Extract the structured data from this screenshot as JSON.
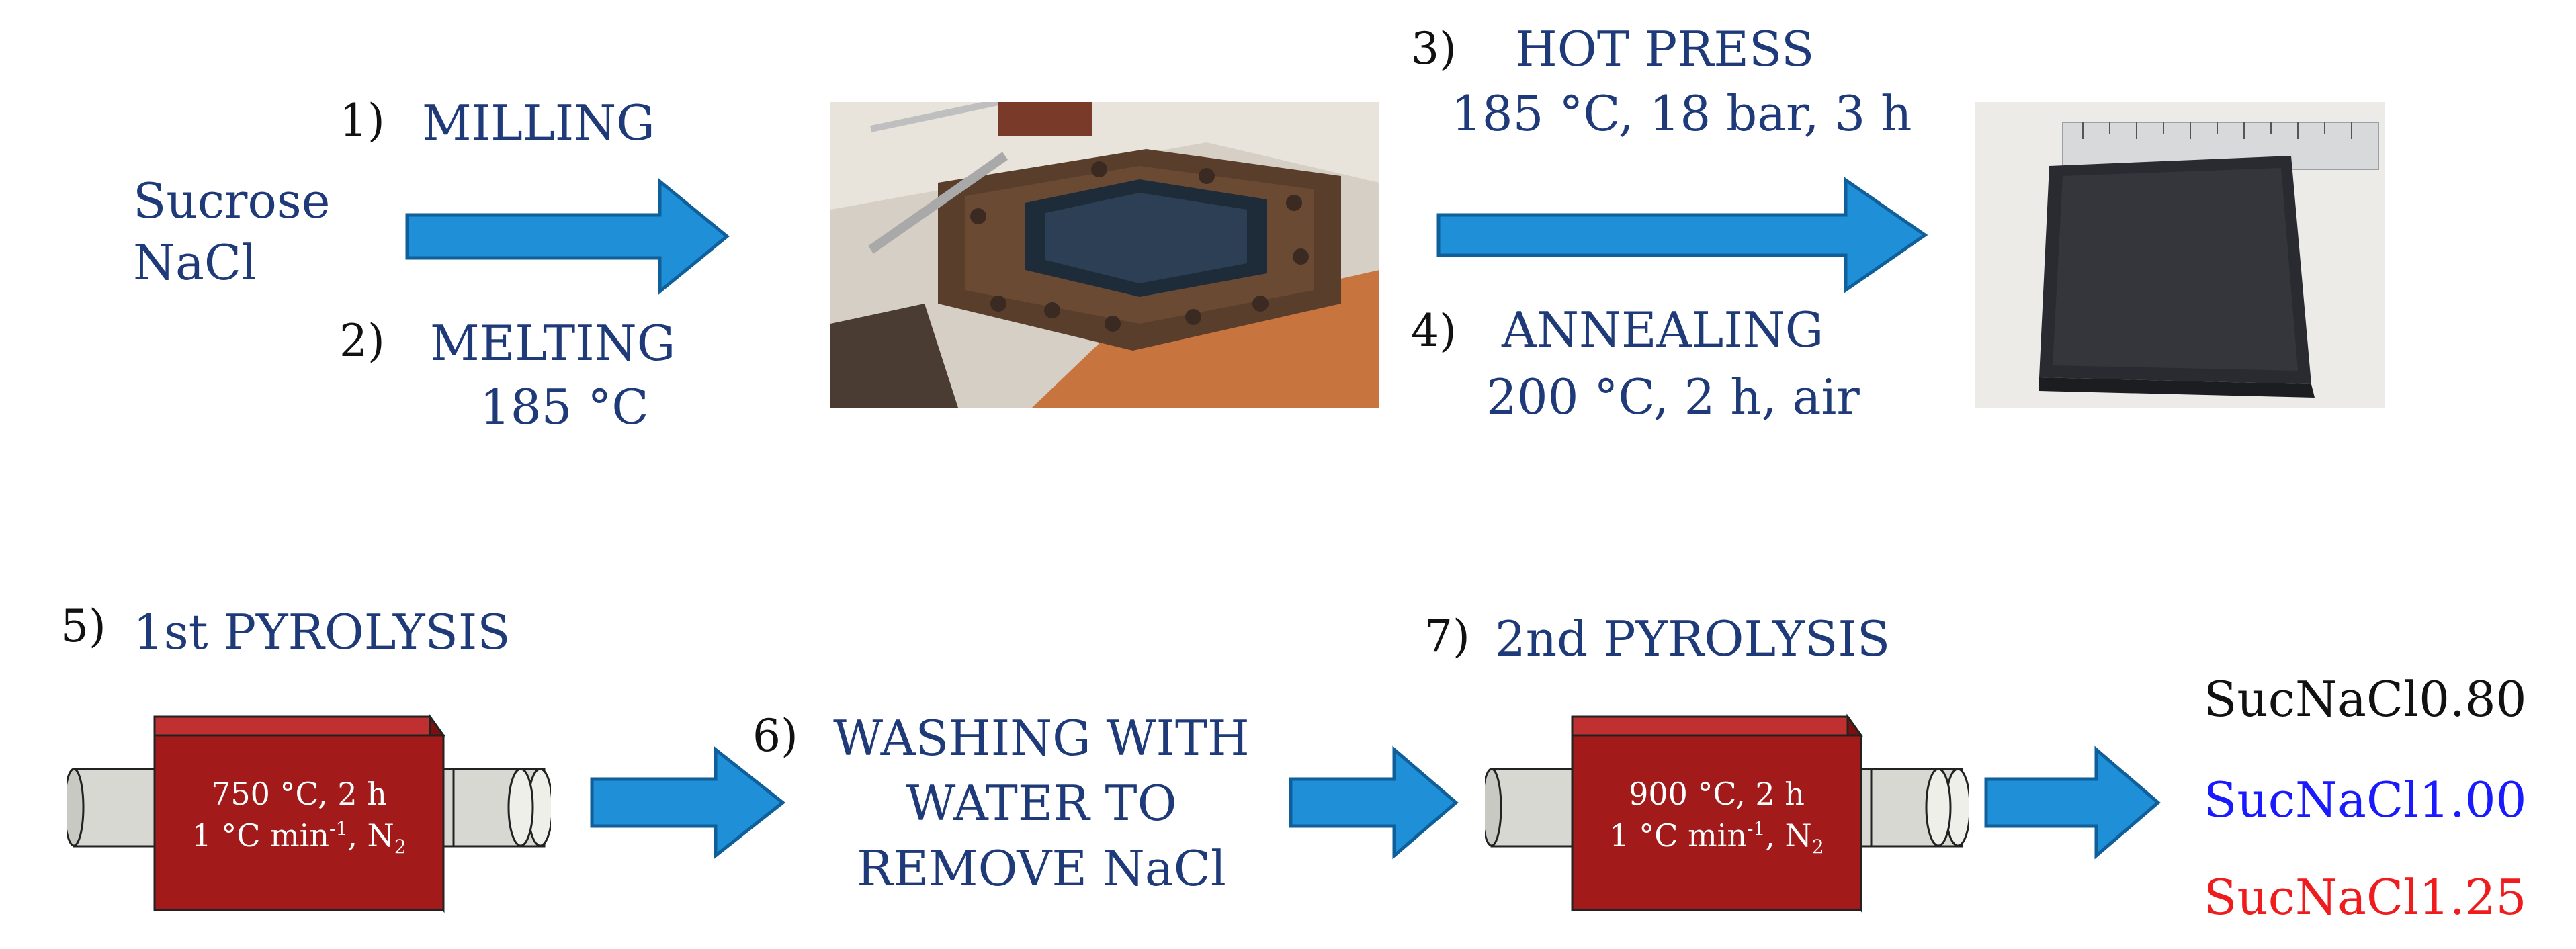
{
  "colors": {
    "arrow_fill": "#1f8fd8",
    "arrow_stroke": "#0f5f9a",
    "label_text": "#1f3a78",
    "furnace_red": "#a31a1a",
    "tube_grey": "#d8d8d2",
    "product_1": "#111111",
    "product_2": "#1a1aff",
    "product_3": "#ee1c1c"
  },
  "inputs": {
    "line1": "Sucrose",
    "line2": "NaCl"
  },
  "steps": {
    "s1": {
      "num": "1)",
      "label": "MILLING"
    },
    "s2": {
      "num": "2)",
      "label": "MELTING",
      "detail": "185 °C"
    },
    "s3": {
      "num": "3)",
      "label": "HOT  PRESS",
      "detail": "185 °C, 18 bar, 3 h"
    },
    "s4": {
      "num": "4)",
      "label": "ANNEALING",
      "detail": "200 °C, 2 h, air"
    },
    "s5": {
      "num": "5)",
      "label": "1st PYROLYSIS"
    },
    "s6": {
      "num": "6)",
      "line1": "WASHING WITH",
      "line2": "WATER TO",
      "line3": "REMOVE NaCl"
    },
    "s7": {
      "num": "7)",
      "label": "2nd PYROLYSIS"
    }
  },
  "furnace1": {
    "line1": "750 °C, 2 h",
    "line2a": "1 °C min",
    "sup": "-1",
    "line2b": ", N",
    "sub": "2"
  },
  "furnace2": {
    "line1": "900 °C, 2 h",
    "line2a": "1 °C min",
    "sup": "-1",
    "line2b": ", N",
    "sub": "2"
  },
  "products": [
    "SucNaCl0.80",
    "SucNaCl1.00",
    "SucNaCl1.25"
  ],
  "icons": [
    "mold-photo",
    "pressed-block-photo",
    "process-arrow",
    "tube-furnace-icon"
  ]
}
